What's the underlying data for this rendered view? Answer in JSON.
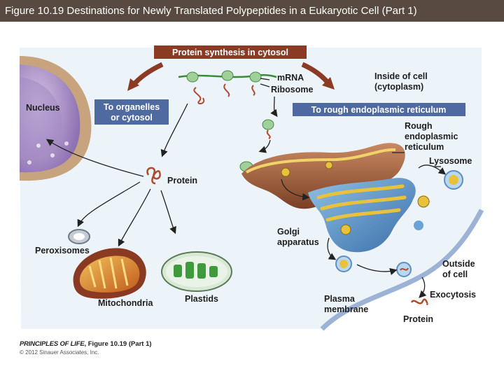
{
  "title": "Figure 10.19 Destinations for Newly Translated Polypeptides in a Eukaryotic Cell (Part 1)",
  "diagram": {
    "header_box": "Protein synthesis in cytosol",
    "box_organelles_line1": "To organelles",
    "box_organelles_line2": "or cytosol",
    "box_rer": "To rough endoplasmic reticulum",
    "labels": {
      "mrna": "mRNA",
      "ribosome": "Ribosome",
      "inside_line1": "Inside of cell",
      "inside_line2": "(cytoplasm)",
      "nucleus": "Nucleus",
      "rer_line1": "Rough",
      "rer_line2": "endoplasmic",
      "rer_line3": "reticulum",
      "lysosome": "Lysosome",
      "protein_center": "Protein",
      "golgi_line1": "Golgi",
      "golgi_line2": "apparatus",
      "outside_line1": "Outside",
      "outside_line2": "of cell",
      "exocytosis": "Exocytosis",
      "peroxisomes": "Peroxisomes",
      "mitochondria": "Mitochondria",
      "plastids": "Plastids",
      "plasma_line1": "Plasma",
      "plasma_line2": "membrane",
      "protein_exit": "Protein"
    }
  },
  "credit": {
    "book": "PRINCIPLES OF LIFE",
    "figure_ref": ", Figure 10.19 (Part 1)",
    "copyright": "© 2012 Sinauer Associates, Inc."
  },
  "colors": {
    "title_bar": "#584a40",
    "label_box": "#4f6aa0",
    "header_box": "#8b3a24",
    "er": "#9a5b3c",
    "golgi": "#4e86bb",
    "vesicle_gold": "#e8c23a",
    "mito": "#e39a37",
    "plastid": "#3f9a3d"
  }
}
